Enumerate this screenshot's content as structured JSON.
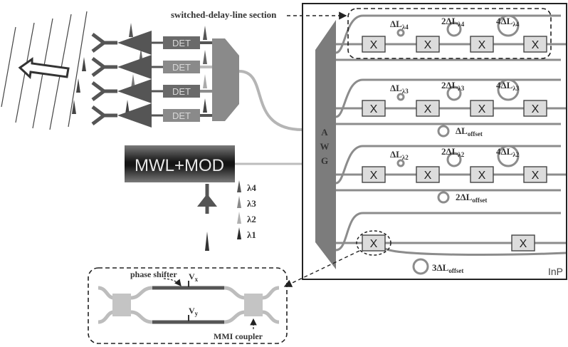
{
  "labels": {
    "switched_delay_line": "switched-delay-line section",
    "det": "DET",
    "mwl_mod": "MWL+MOD",
    "awg_letters": [
      "A",
      "W",
      "G"
    ],
    "inp": "InP",
    "phase_shifter": "phase shifter",
    "mmi_coupler": "MMI coupler",
    "vx_main": "V",
    "vx_sub": "x",
    "vy_main": "V",
    "vy_sub": "y",
    "switch_symbol": "X"
  },
  "wavelength_legend": [
    {
      "main": "λ4",
      "color": "#555555"
    },
    {
      "main": "λ3",
      "color": "#8a8a8a"
    },
    {
      "main": "λ2",
      "color": "#b0b0b0"
    },
    {
      "main": "λ1",
      "color": "#2a2a2a"
    }
  ],
  "rows": [
    {
      "delays": [
        {
          "main": "ΔL",
          "sub": "λ4"
        },
        {
          "main": "2ΔL",
          "sub": "λ4"
        },
        {
          "main": "4ΔL",
          "sub": "λ4"
        }
      ],
      "offset": null
    },
    {
      "delays": [
        {
          "main": "ΔL",
          "sub": "λ3"
        },
        {
          "main": "2ΔL",
          "sub": "λ3"
        },
        {
          "main": "4ΔL",
          "sub": "λ3"
        }
      ],
      "offset": {
        "main": "ΔL",
        "sub": "offset"
      }
    },
    {
      "delays": [
        {
          "main": "ΔL",
          "sub": "λ2"
        },
        {
          "main": "2ΔL",
          "sub": "λ2"
        },
        {
          "main": "4ΔL",
          "sub": "λ2"
        }
      ],
      "offset": {
        "main": "2ΔL",
        "sub": "offset"
      }
    },
    {
      "delays": [],
      "offset": {
        "main": "3ΔL",
        "sub": "offset"
      }
    }
  ],
  "colors": {
    "dark": "#555555",
    "mid": "#8c8c8c",
    "light": "#bdbdbd",
    "box": "#dcdcdc"
  }
}
